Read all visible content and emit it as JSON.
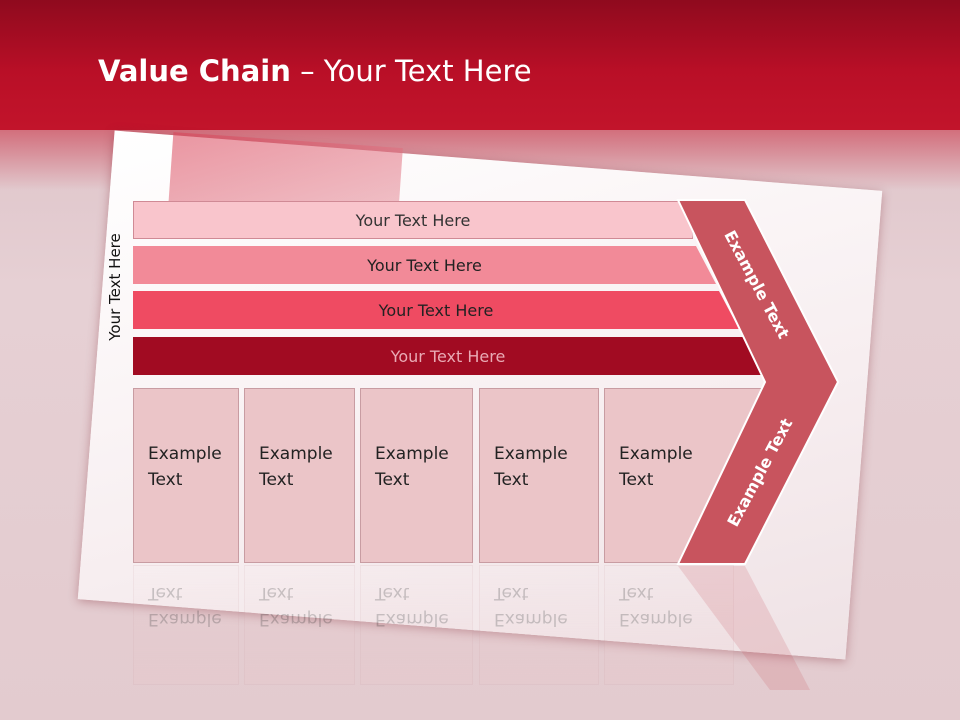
{
  "title": {
    "bold": "Value Chain",
    "rest": " – Your Text Here"
  },
  "side_label": "Your Text Here",
  "bars": [
    {
      "label": "Your Text Here",
      "color": "#f9c5cc"
    },
    {
      "label": "Your Text Here",
      "color": "#f28a98"
    },
    {
      "label": "Your Text Here",
      "color": "#ef4b62"
    },
    {
      "label": "Your Text Here",
      "color": "#a10b22"
    }
  ],
  "cells": [
    {
      "line1": "Example",
      "line2": "Text"
    },
    {
      "line1": "Example",
      "line2": "Text"
    },
    {
      "line1": "Example",
      "line2": "Text"
    },
    {
      "line1": "Example",
      "line2": "Text"
    },
    {
      "line1": "Example",
      "line2": "Text"
    }
  ],
  "chevron": {
    "top_label": "Example Text",
    "bottom_label": "Example Text",
    "color": "#c8545e"
  },
  "colors": {
    "header": "#b90f27",
    "cell_fill": "#ebc5c8"
  }
}
